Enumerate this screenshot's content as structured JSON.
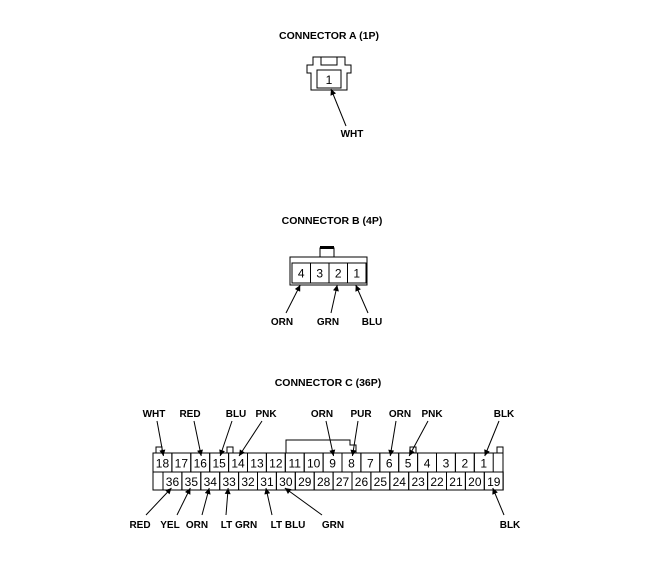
{
  "connector_a": {
    "title": "CONNECTOR A (1P)",
    "pins": [
      "1"
    ],
    "wires": [
      {
        "label": "WHT",
        "pin": "1"
      }
    ]
  },
  "connector_b": {
    "title": "CONNECTOR B (4P)",
    "pins": [
      "4",
      "3",
      "2",
      "1"
    ],
    "wires": [
      {
        "label": "ORN",
        "pin": "4"
      },
      {
        "label": "GRN",
        "pin": "2"
      },
      {
        "label": "BLU",
        "pin": "1"
      }
    ]
  },
  "connector_c": {
    "title": "CONNECTOR C (36P)",
    "top_row": [
      "18",
      "17",
      "16",
      "15",
      "14",
      "13",
      "12",
      "11",
      "10",
      "9",
      "8",
      "7",
      "6",
      "5",
      "4",
      "3",
      "2",
      "1"
    ],
    "bottom_row": [
      "36",
      "35",
      "34",
      "33",
      "32",
      "31",
      "30",
      "29",
      "28",
      "27",
      "26",
      "25",
      "24",
      "23",
      "22",
      "21",
      "20",
      "19"
    ],
    "wires_top": [
      {
        "label": "WHT",
        "pin": "18"
      },
      {
        "label": "RED",
        "pin": "16"
      },
      {
        "label": "BLU",
        "pin": "15"
      },
      {
        "label": "PNK",
        "pin": "14"
      },
      {
        "label": "ORN",
        "pin": "9"
      },
      {
        "label": "PUR",
        "pin": "8"
      },
      {
        "label": "ORN",
        "pin": "6"
      },
      {
        "label": "PNK",
        "pin": "5"
      },
      {
        "label": "BLK",
        "pin": "1"
      }
    ],
    "wires_bottom": [
      {
        "label": "RED",
        "pin": "36"
      },
      {
        "label": "YEL",
        "pin": "35"
      },
      {
        "label": "ORN",
        "pin": "34"
      },
      {
        "label": "LT GRN",
        "pin": "33"
      },
      {
        "label": "LT BLU",
        "pin": "31"
      },
      {
        "label": "GRN",
        "pin": "30"
      },
      {
        "label": "BLK",
        "pin": "19"
      }
    ]
  }
}
